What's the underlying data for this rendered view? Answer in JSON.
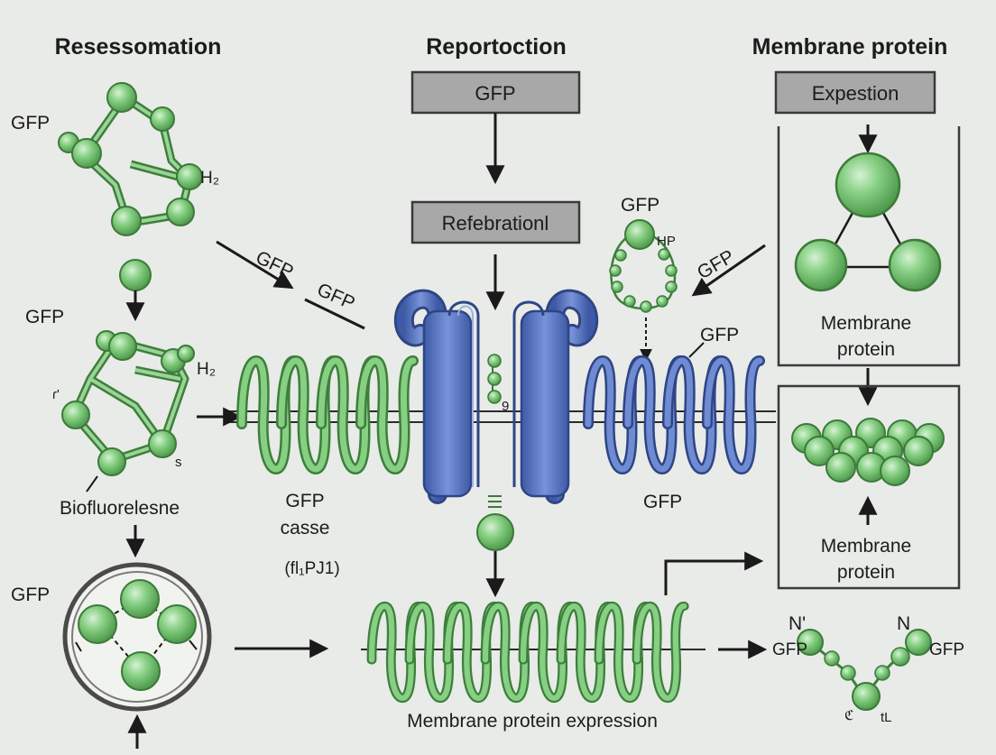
{
  "columns": {
    "left_title": "Resessomation",
    "middle_title": "Reportoction",
    "right_title": "Membrane protein"
  },
  "boxes": {
    "gfp": "GFP",
    "refebrationl": "Refebrationl",
    "expestion": "Expestion"
  },
  "labels": {
    "gfp_top_left": "GFP",
    "h2_top": "H₂",
    "gfp_mid_left": "GFP",
    "h2_mid": "H₂",
    "small_mark_left": "ɾ'",
    "small_mark_s": "s",
    "biofluorelesne": "Biofluorelesne",
    "gfp_bottom_left": "GFP",
    "gfp_arrow_a": "GFP",
    "gfp_arrow_b": "GFP",
    "gfp_casse_line1": "GFP",
    "gfp_casse_line2": "casse",
    "gfp_casse_line3": "(fl₁PJ1)",
    "gfp_ring_top": "GFP",
    "hp_ring": "HP",
    "gfp_arrow_right": "GFP",
    "gfp_blue_top": "GFP",
    "gfp_blue_bottom": "GFP",
    "membrane_protein_box1_l1": "Membrane",
    "membrane_protein_box1_l2": "protein",
    "membrane_protein_box2_l1": "Membrane",
    "membrane_protein_box2_l2": "protein",
    "membrane_protein_expression": "Membrane protein expression",
    "chain_n_left": "N'",
    "chain_n_right": "N",
    "chain_gfp_left": "GFP",
    "chain_gfp_right": "GFP",
    "chain_mark_s": "ℭ",
    "chain_mark_t": "tL",
    "mid_mark": "9"
  },
  "colors": {
    "background": "#e8ebe7",
    "sphere_green": "#7ecb7c",
    "helix_green": "#6fb86d",
    "protein_blue": "#5b79c4",
    "box_gray": "#a8a8a8"
  }
}
